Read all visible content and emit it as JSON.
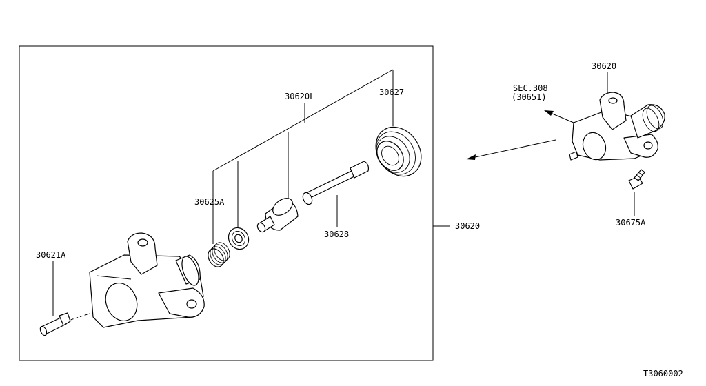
{
  "labels": {
    "p30620L": "30620L",
    "p30627": "30627",
    "p30625A": "30625A",
    "p30628": "30628",
    "p30620_main": "30620",
    "p30621A": "30621A",
    "p30620_right": "30620",
    "sec_line1": "SEC.308",
    "sec_line2": "(30651)",
    "p30675A": "30675A",
    "diagram_code": "T3060002"
  }
}
